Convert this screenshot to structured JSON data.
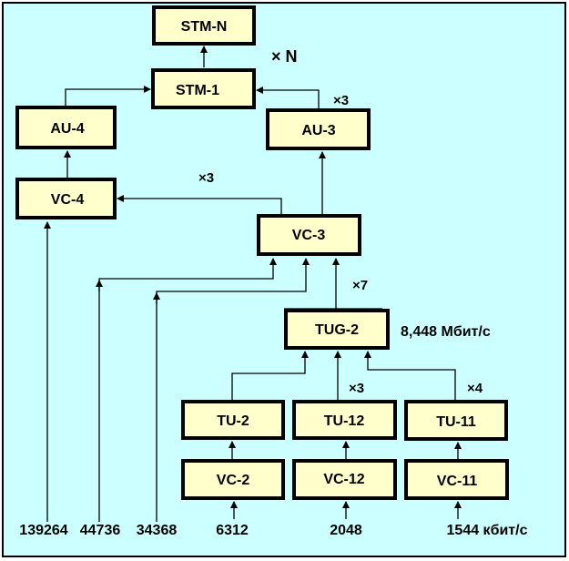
{
  "blocks": {
    "stm_n": "STM-N",
    "stm_1": "STM-1",
    "au_4": "AU-4",
    "au_3": "AU-3",
    "vc_4": "VC-4",
    "vc_3": "VC-3",
    "tug_2": "TUG-2",
    "tu_2": "TU-2",
    "tu_12": "TU-12",
    "tu_11": "TU-11",
    "vc_2": "VC-2",
    "vc_12": "VC-12",
    "vc_11": "VC-11"
  },
  "multipliers": {
    "stm_n": "× N",
    "au_3": "×3",
    "vc_3_to_vc_4": "×3",
    "tug_2": "×7",
    "tu_12": "×3",
    "tu_11": "×4"
  },
  "annotations": {
    "tug_2_rate": "8,448 Мбит/с"
  },
  "input_rates": [
    "139264",
    "44736",
    "34368",
    "6312",
    "2048",
    "1544 кбит/с"
  ]
}
